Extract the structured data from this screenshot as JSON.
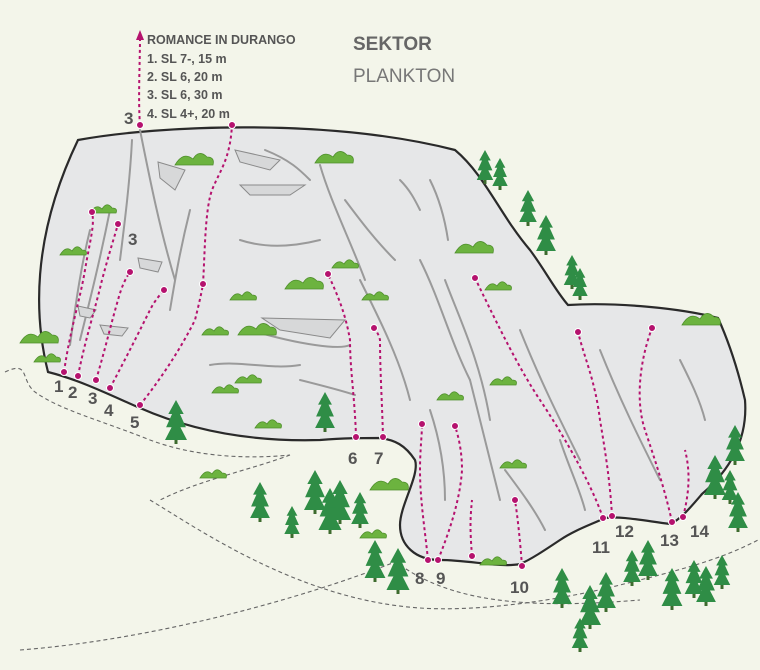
{
  "sector": {
    "title": "SEKTOR",
    "name": "PLANKTON"
  },
  "legend": {
    "route_name": "ROMANCE IN DURANGO",
    "pitches": [
      "1. SL 7-, 15 m",
      "2. SL 6, 20 m",
      "3. SL 6, 30 m",
      "4. SL 4+, 20 m"
    ]
  },
  "pitch_markers": [
    "3",
    "3"
  ],
  "route_numbers": [
    "1",
    "2",
    "3",
    "4",
    "5",
    "6",
    "7",
    "8",
    "9",
    "10",
    "11",
    "12",
    "13",
    "14"
  ],
  "colors": {
    "background": "#f3f5ea",
    "rock": "#e6e7e8",
    "route": "#b5126e",
    "tree": "#2f8d46",
    "bush": "#6cb33f",
    "crack": "#9a9a9a"
  }
}
